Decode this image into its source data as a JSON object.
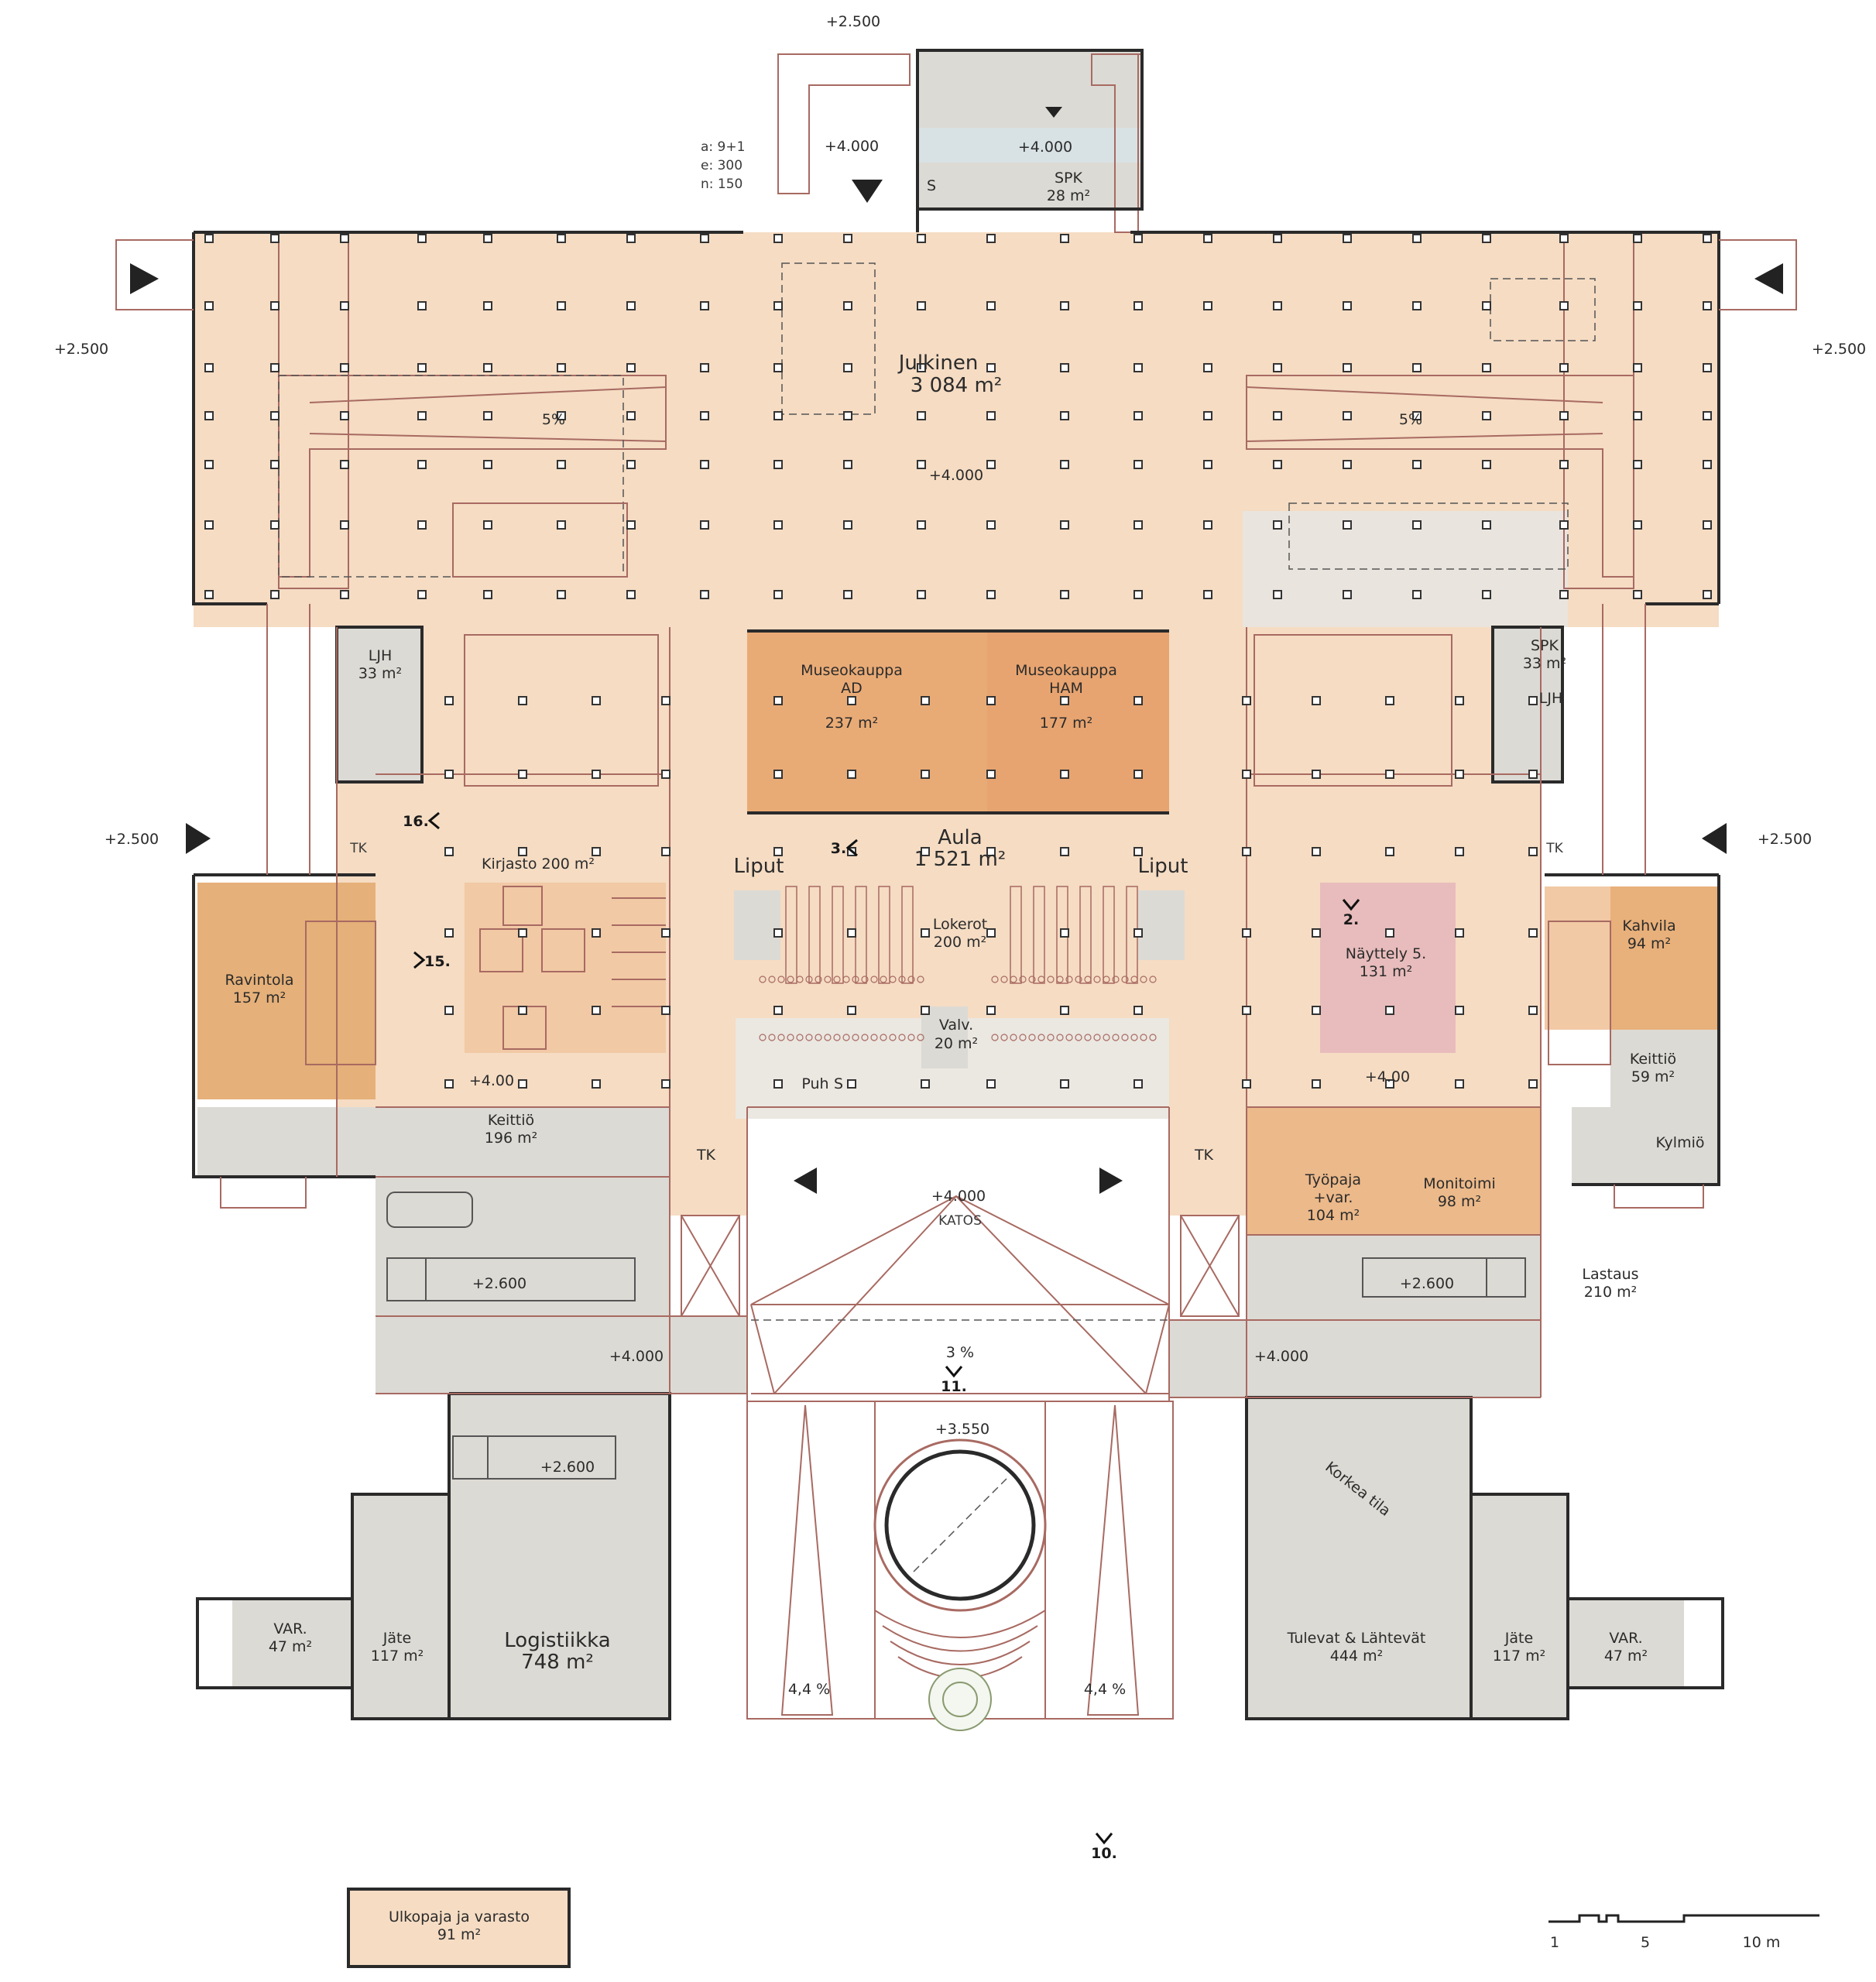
{
  "colors": {
    "public": "#f5dcc3",
    "shop": "#e8a974",
    "restaurant": "#e6b07a",
    "service": "#dad8d2",
    "exhibition": "#e8bcbc",
    "workshop": "#ecb98a",
    "lines": "#a86a62",
    "walls": "#2a2a2a"
  },
  "levels": {
    "top": "+2.500",
    "north_entry": "+4.000",
    "north_tower": "+4.000",
    "left_west": "+2.500",
    "right_east": "+2.500",
    "main_hall": "+4.000",
    "left_mid": "+2.500",
    "right_mid": "+2.500",
    "library_floor": "+4.00",
    "exhibition_floor": "+4.00",
    "katos_level": "+4.000",
    "left_garage": "+2.600",
    "right_garage": "+2.600",
    "left_dock": "+4.000",
    "right_dock": "+4.000",
    "left_logistics_garage": "+2.600",
    "plaza": "+3.550"
  },
  "stair_note": [
    "a: 9+1",
    "e: 300",
    "n: 150"
  ],
  "slopes": {
    "left_ramp": "5%",
    "right_ramp": "5%",
    "katos_slope": "3 %",
    "plaza_left": "4,4 %",
    "plaza_right": "4,4 %"
  },
  "rooms": {
    "julkinen": {
      "name": "Julkinen",
      "area": "3 084 m²"
    },
    "spk_top": {
      "name": "SPK",
      "area": "28 m²"
    },
    "s_top": {
      "name": "S"
    },
    "ljh_left": {
      "name": "LJH",
      "area": "33 m²"
    },
    "spk_right": {
      "name": "SPK",
      "area": "33 m²"
    },
    "ljh_right": {
      "name": "LJH"
    },
    "museokauppa_ad": {
      "name": "Museokauppa",
      "sub": "AD",
      "area": "237 m²"
    },
    "museokauppa_ham": {
      "name": "Museokauppa",
      "sub": "HAM",
      "area": "177 m²"
    },
    "aula": {
      "name": "Aula",
      "area": "1 521 m²"
    },
    "liput_left": {
      "name": "Liput"
    },
    "liput_right": {
      "name": "Liput"
    },
    "lokerot": {
      "name": "Lokerot",
      "area": "200 m²"
    },
    "valv": {
      "name": "Valv.",
      "area": "20 m²"
    },
    "puh": {
      "name": "Puh"
    },
    "s_mid": {
      "name": "S"
    },
    "kirjasto": {
      "name": "Kirjasto 200 m²"
    },
    "ravintola": {
      "name": "Ravintola",
      "area": "157 m²"
    },
    "tk_left_top": {
      "name": "TK"
    },
    "tk_right_top": {
      "name": "TK"
    },
    "tk_left_bottom": {
      "name": "TK"
    },
    "tk_right_bottom": {
      "name": "TK"
    },
    "nayttely": {
      "name": "Näyttely 5.",
      "area": "131 m²"
    },
    "kahvila": {
      "name": "Kahvila",
      "area": "94 m²"
    },
    "keittio_right": {
      "name": "Keittiö",
      "area": "59 m²"
    },
    "kylmio": {
      "name": "Kylmiö"
    },
    "keittio_left": {
      "name": "Keittiö",
      "area": "196 m²"
    },
    "tyopaja": {
      "name": "Työpaja",
      "sub": "+var.",
      "area": "104 m²"
    },
    "monitoimi": {
      "name": "Monitoimi",
      "area": "98 m²"
    },
    "katos": {
      "name": "KATOS"
    },
    "lastaus": {
      "name": "Lastaus",
      "area": "210 m²"
    },
    "korkea_tila": {
      "name": "Korkea tila"
    },
    "var_left": {
      "name": "VAR.",
      "area": "47 m²"
    },
    "jate_left": {
      "name": "Jäte",
      "area": "117 m²"
    },
    "logistiikka": {
      "name": "Logistiikka",
      "area": "748 m²"
    },
    "tulevat": {
      "name": "Tulevat & Lähtevät",
      "area": "444 m²"
    },
    "jate_right": {
      "name": "Jäte",
      "area": "117 m²"
    },
    "var_right": {
      "name": "VAR.",
      "area": "47 m²"
    },
    "ulkopaja": {
      "name": "Ulkopaja ja varasto",
      "area": "91 m²"
    }
  },
  "view_markers": {
    "m2": "2.",
    "m3": "3.",
    "m10": "10.",
    "m11": "11.",
    "m15": "15.",
    "m16": "16."
  },
  "scale_bar": {
    "ticks": [
      "1",
      "5",
      "10 m"
    ]
  }
}
